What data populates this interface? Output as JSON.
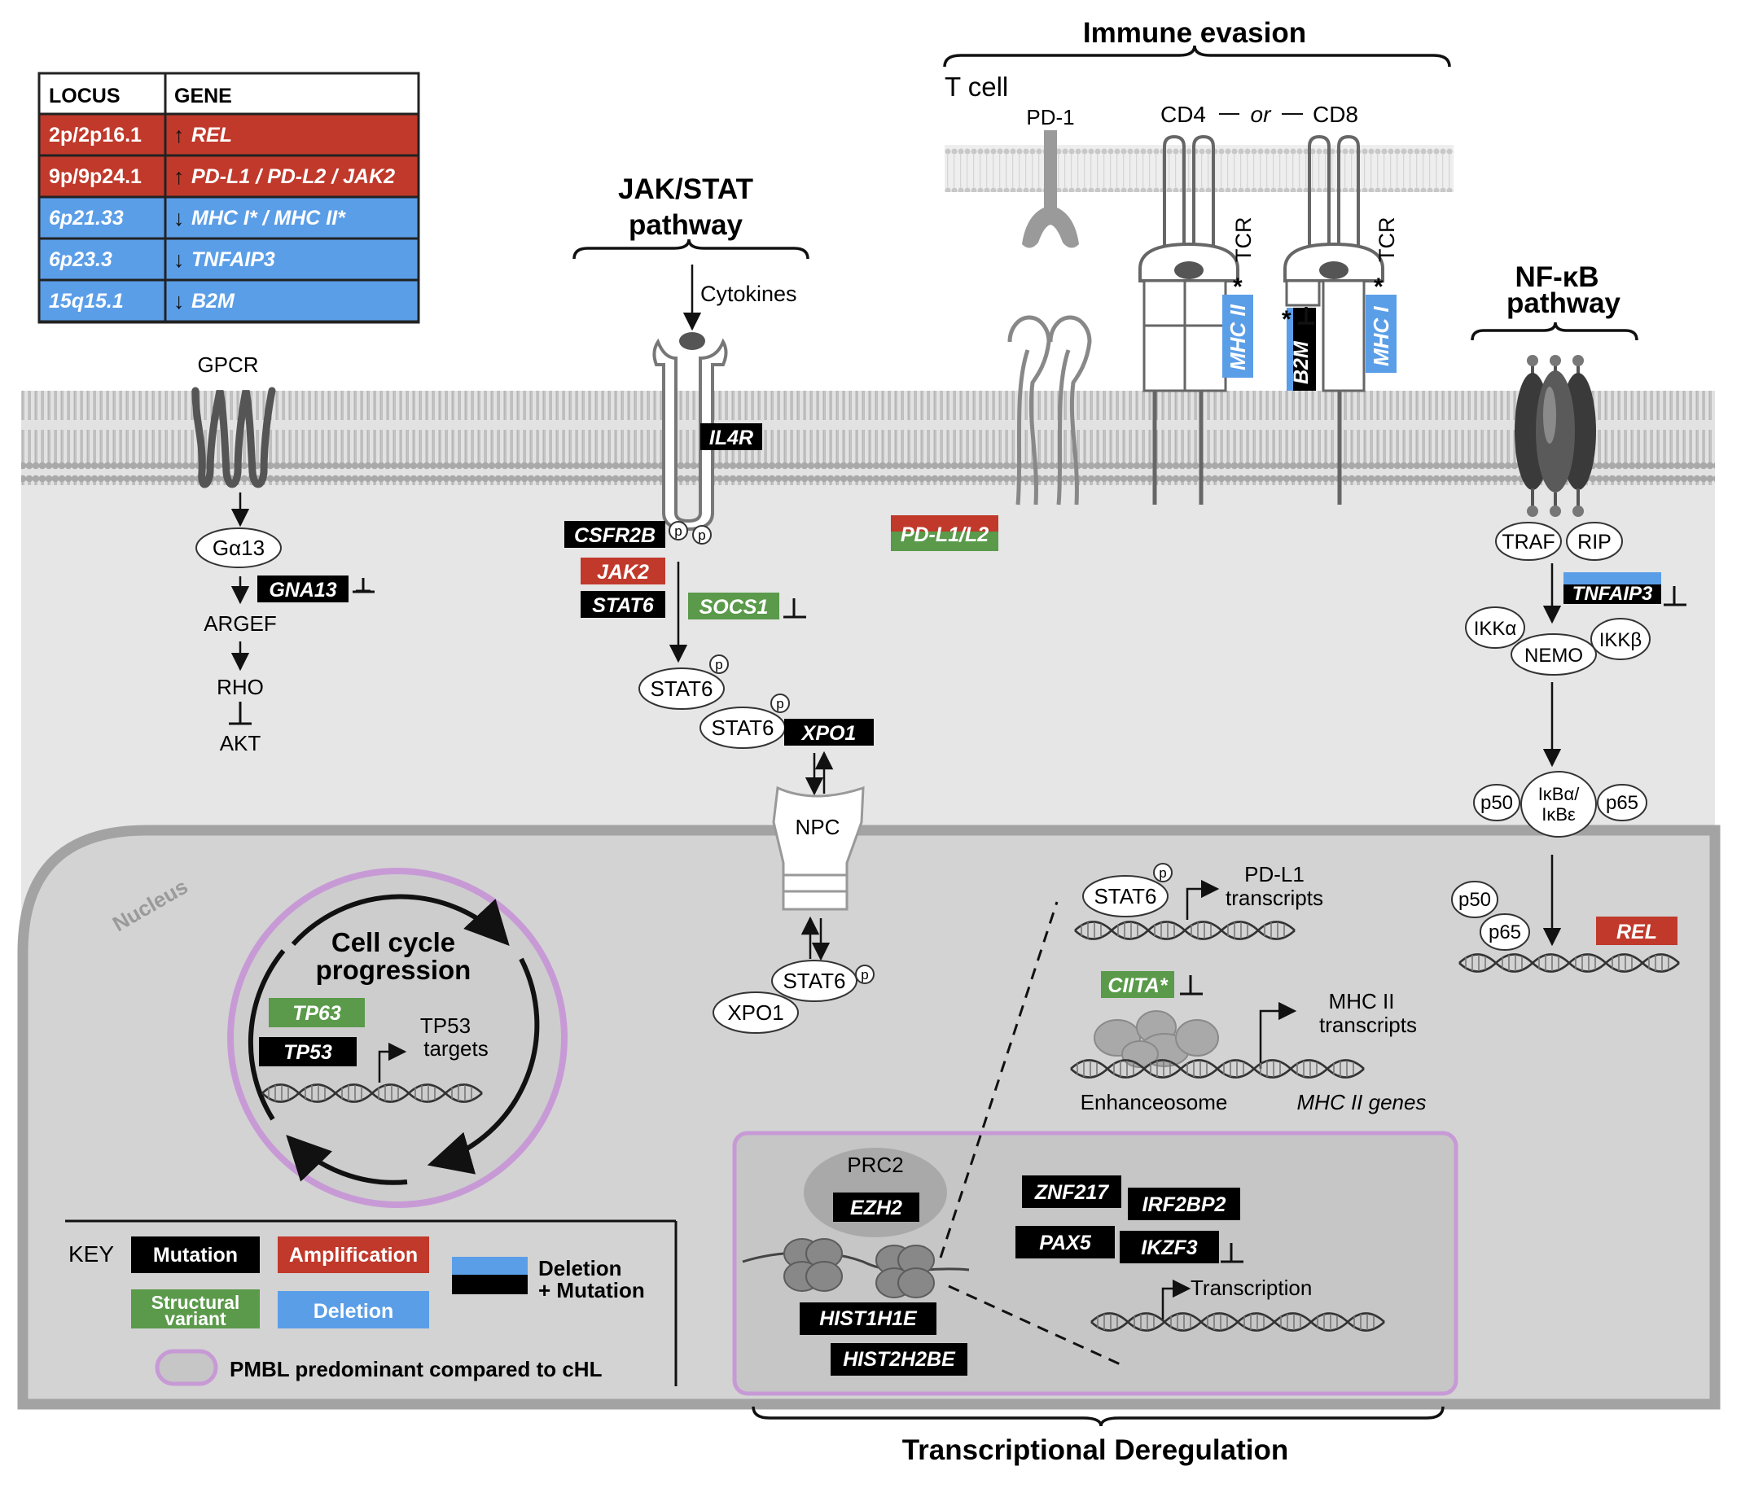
{
  "colors": {
    "mutation": "#000000",
    "amplification": "#c0392b",
    "structural": "#5a9a4a",
    "deletion": "#5b9ee8",
    "membrane": "#bdbdbd",
    "cytoplasm": "#e6e6e6",
    "nucleus": "#d4d4d4",
    "pmbl_outline": "#c79ad6"
  },
  "locus_table": {
    "header_locus": "LOCUS",
    "header_gene": "GENE",
    "rows": [
      {
        "locus": "2p/2p16.1",
        "arrow": "↑",
        "gene": "REL",
        "color": "amplification"
      },
      {
        "locus": "9p/9p24.1",
        "arrow": "↑",
        "gene": "PD-L1 / PD-L2 / JAK2",
        "color": "amplification"
      },
      {
        "locus": "6p21.33",
        "arrow": "↓",
        "gene": "MHC I* / MHC II*",
        "color": "deletion"
      },
      {
        "locus": "6p23.3",
        "arrow": "↓",
        "gene": "TNFAIP3",
        "color": "deletion"
      },
      {
        "locus": "15q15.1",
        "arrow": "↓",
        "gene": "B2M",
        "color": "deletion"
      }
    ]
  },
  "sections": {
    "immune_evasion": "Immune evasion",
    "tcell": "T cell",
    "jakstat_1": "JAK/STAT",
    "jakstat_2": "pathway",
    "nfkb_1": "NF-κB",
    "nfkb_2": "pathway",
    "transcriptional": "Transcriptional  Deregulation",
    "nucleus": "Nucleus"
  },
  "gpcr": {
    "label": "GPCR",
    "ga13": "Gα13",
    "gna13": "GNA13",
    "argef": "ARGEF",
    "rho": "RHO",
    "akt": "AKT"
  },
  "jakstat": {
    "cytokines": "Cytokines",
    "il4r": "IL4R",
    "csfr2b": "CSFR2B",
    "jak2": "JAK2",
    "stat6_box": "STAT6",
    "socs1": "SOCS1",
    "stat6_a": "STAT6",
    "stat6_b": "STAT6",
    "xpo1_box": "XPO1",
    "npc": "NPC",
    "stat6_c": "STAT6",
    "xpo1_oval": "XPO1",
    "p": "p"
  },
  "immune": {
    "pd1": "PD-1",
    "cd4": "CD4",
    "or": "or",
    "cd8": "CD8",
    "tcr": "TCR",
    "mhc2": "MHC II",
    "mhc1": "MHC I",
    "b2m": "B2M",
    "star": "*",
    "pdl1l2": "PD-L1/L2"
  },
  "nfkb": {
    "traf": "TRAF",
    "rip": "RIP",
    "tnfaip3": "TNFAIP3",
    "ikka": "IKKα",
    "nemo": "NEMO",
    "ikkb": "IKKβ",
    "p50": "p50",
    "ikb_1": "IκBα/",
    "ikb_2": "IκBε",
    "p65": "p65",
    "rel": "REL"
  },
  "nuclear": {
    "stat6": "STAT6",
    "pdl1_t1": "PD-L1",
    "pdl1_t2": "transcripts",
    "ciita": "CIITA*",
    "mhc2_t1": "MHC II",
    "mhc2_t2": "transcripts",
    "enhanceosome": "Enhanceosome",
    "mhc2_genes": "MHC II genes"
  },
  "cell_cycle": {
    "title_1": "Cell cycle",
    "title_2": "progression",
    "tp63": "TP63",
    "tp53": "TP53",
    "targets_1": "TP53",
    "targets_2": "targets"
  },
  "transcription_box": {
    "prc2": "PRC2",
    "ezh2": "EZH2",
    "hist1h1e": "HIST1H1E",
    "hist2h2be": "HIST2H2BE",
    "znf217": "ZNF217",
    "irf2bp2": "IRF2BP2",
    "pax5": "PAX5",
    "ikzf3": "IKZF3",
    "transcription": "Transcription"
  },
  "key": {
    "title": "KEY",
    "mutation": "Mutation",
    "amplification": "Amplification",
    "structural_1": "Structural",
    "structural_2": "variant",
    "deletion": "Deletion",
    "delmut_1": "Deletion",
    "delmut_2": "+ Mutation",
    "pmbl": "PMBL predominant compared to cHL"
  }
}
